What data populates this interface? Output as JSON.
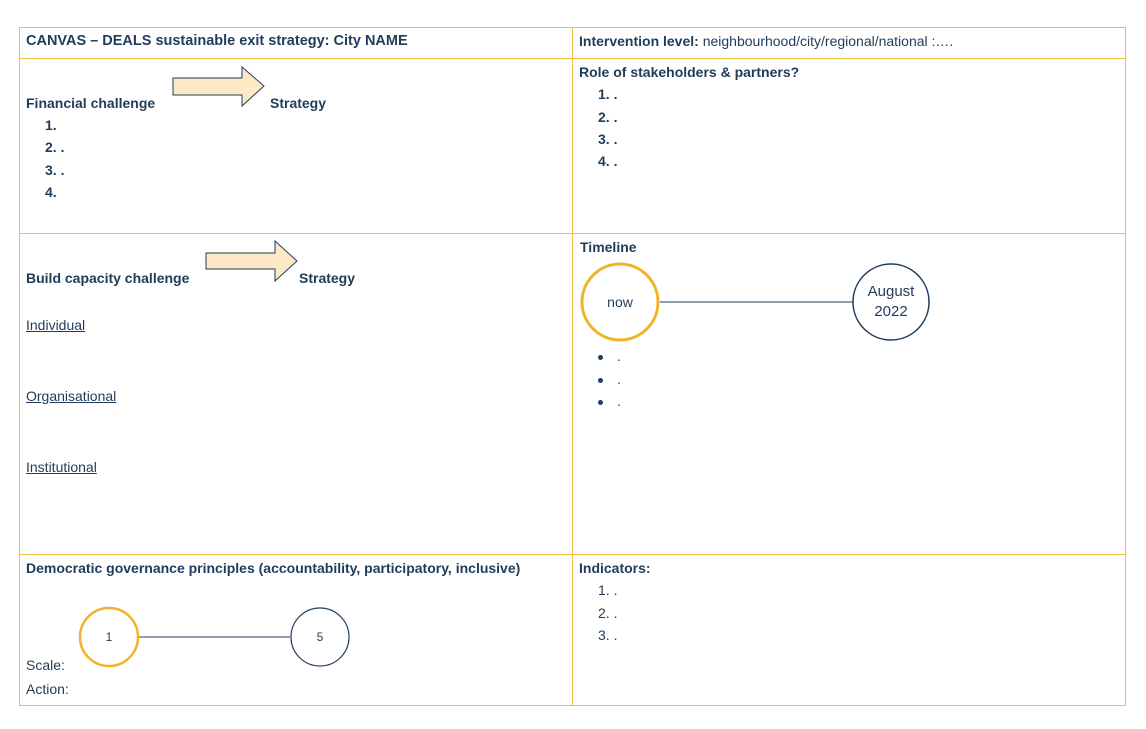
{
  "header": {
    "title": "CANVAS – DEALS sustainable exit strategy: City NAME",
    "intervention_label": "Intervention level:",
    "intervention_value": " neighbourhood/city/regional/national :…."
  },
  "financial": {
    "heading": "Financial challenge",
    "strategy": "Strategy",
    "items": [
      "1.",
      "2.  .",
      "3.  .",
      "4."
    ]
  },
  "stakeholders": {
    "heading": "Role of stakeholders & partners?",
    "items": [
      "1.  .",
      "2.  .",
      "3.  .",
      "4.  ."
    ]
  },
  "capacity": {
    "heading": "Build capacity challenge",
    "strategy": "Strategy",
    "levels": [
      "Individual",
      "Organisational",
      "Institutional"
    ]
  },
  "timeline": {
    "heading": "Timeline",
    "start": "now",
    "end_line1": "August",
    "end_line2": "2022",
    "bullets": [
      ".",
      ".",
      "."
    ]
  },
  "governance": {
    "heading": "Democratic governance principles (accountability, participatory, inclusive)",
    "scale_min": "1",
    "scale_max": "5",
    "scale_label": "Scale:",
    "action_label": "Action:"
  },
  "indicators": {
    "heading": "Indicators:",
    "items": [
      "1.  .",
      "2.  .",
      "3.  ."
    ]
  },
  "colors": {
    "text": "#1f3c5a",
    "border": "#f0c040",
    "arrow_fill": "#fde9c6",
    "circle_accent": "#f0b429"
  }
}
